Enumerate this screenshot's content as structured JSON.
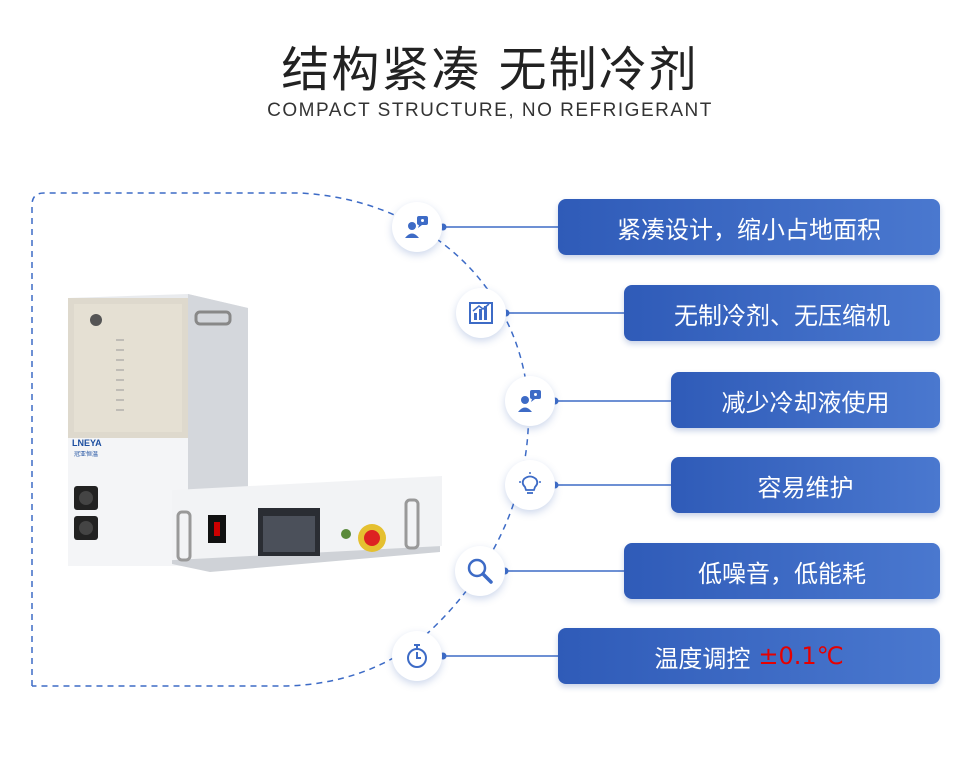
{
  "header": {
    "title": "结构紧凑 无制冷剂",
    "subtitle": "COMPACT STRUCTURE, NO REFRIGERANT"
  },
  "product": {
    "brand_logo": "LNEYA",
    "brand_cn": "冠亚恒温"
  },
  "features": [
    {
      "label": "紧凑设计，缩小占地面积",
      "icon": "user-chat-icon"
    },
    {
      "label": "无制冷剂、无压缩机",
      "icon": "bar-chart-icon"
    },
    {
      "label": "减少冷却液使用",
      "icon": "user-chat-icon"
    },
    {
      "label": "容易维护",
      "icon": "lightbulb-icon"
    },
    {
      "label": "低噪音，低能耗",
      "icon": "search-icon"
    },
    {
      "label": "温度调控",
      "value": "±0.1℃",
      "icon": "stopwatch-icon"
    }
  ],
  "colors": {
    "accent_blue": "#2f5bb8",
    "highlight_red": "#e60000",
    "line_blue": "#3d6bc6"
  }
}
